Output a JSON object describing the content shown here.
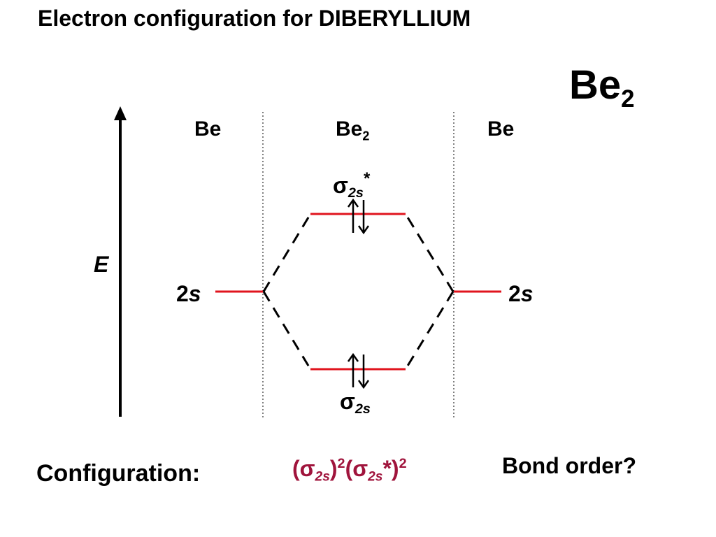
{
  "title": "Electron configuration for DIBERYLLIUM",
  "molecule": {
    "base": "Be",
    "subscript": "2"
  },
  "columns": {
    "left": "Be",
    "center": {
      "base": "Be",
      "subscript": "2"
    },
    "right": "Be"
  },
  "axis_label": "E",
  "atomic_orbitals": {
    "left": {
      "number": "2",
      "letter": "s"
    },
    "right": {
      "number": "2",
      "letter": "s"
    }
  },
  "molecular_orbitals": {
    "antibonding": {
      "symbol": "σ",
      "subscript": "2s",
      "star": "*",
      "electrons": 2
    },
    "bonding": {
      "symbol": "σ",
      "subscript": "2s",
      "electrons": 2
    }
  },
  "configuration": {
    "label": "Configuration:",
    "term1": {
      "symbol": "σ",
      "subscript": "2s",
      "power": "2"
    },
    "term2": {
      "symbol": "σ",
      "subscript": "2s",
      "star": "*",
      "power": "2"
    }
  },
  "question": "Bond order?",
  "colors": {
    "orbital_level": "#e0141e",
    "configuration": "#a0143c",
    "text": "#000000"
  }
}
